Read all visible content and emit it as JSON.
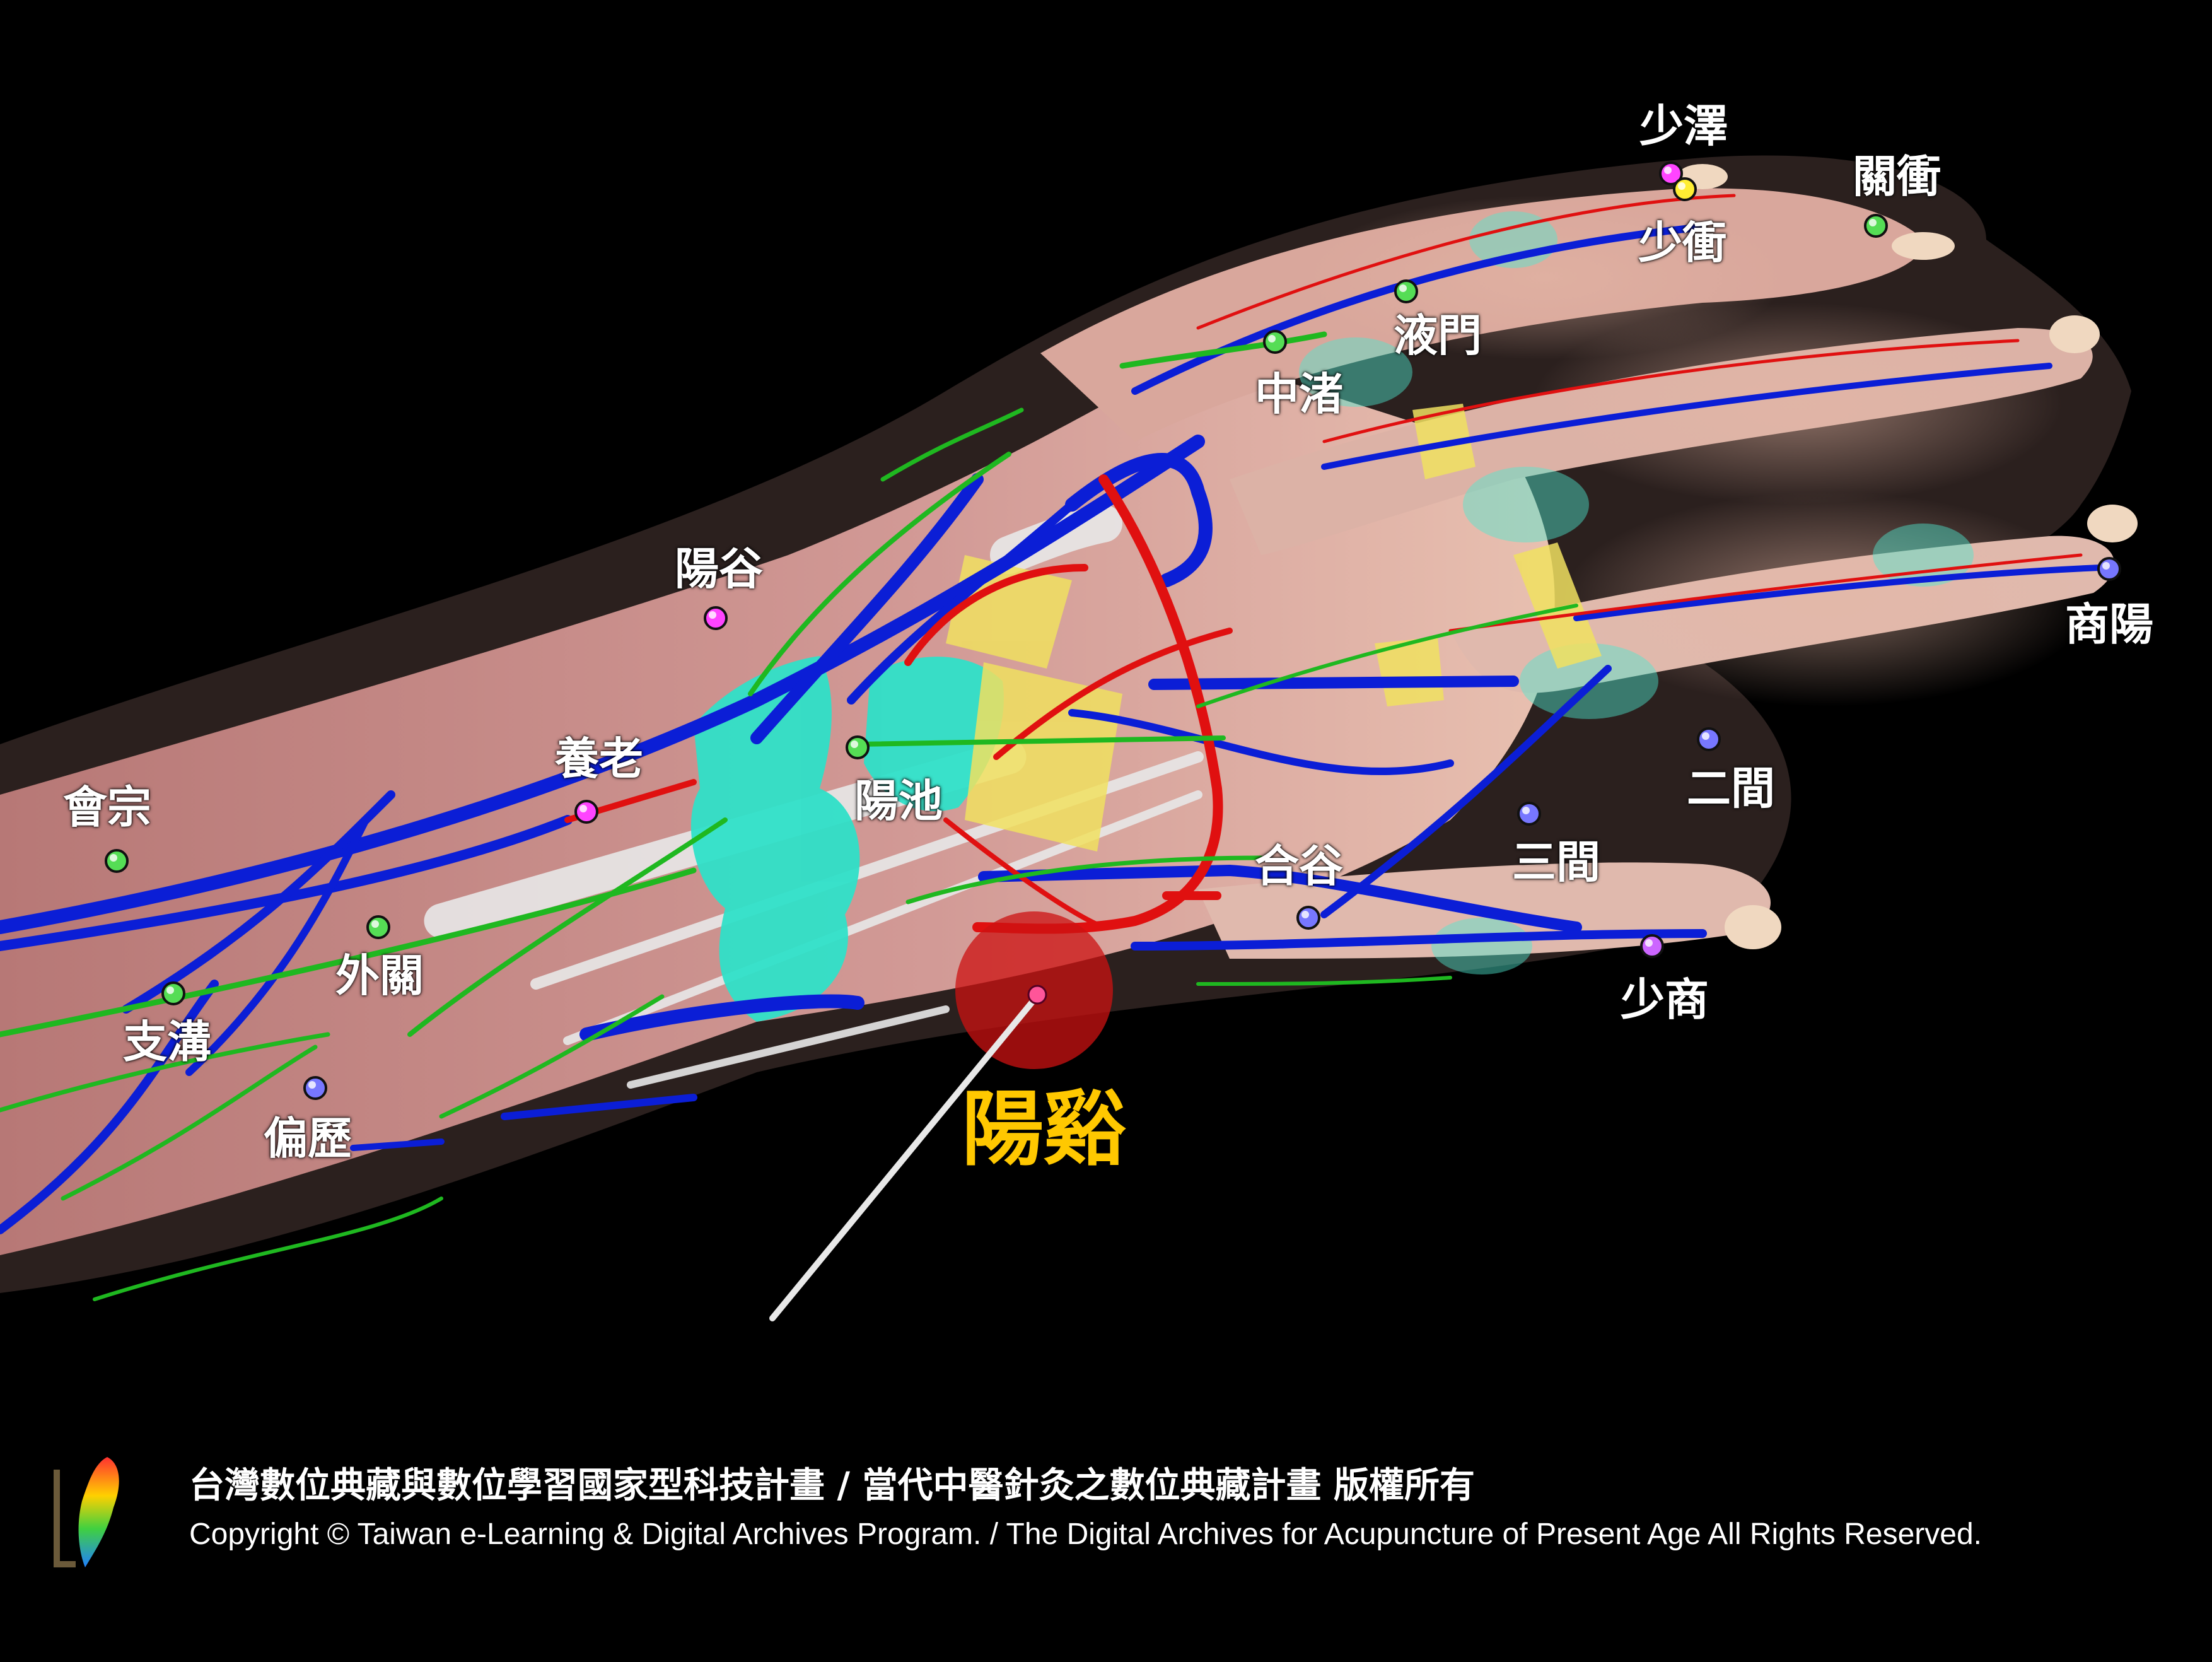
{
  "points": [
    {
      "id": "shaoze",
      "label": "少澤",
      "color": "#ff44ff"
    },
    {
      "id": "shaochong",
      "label": "少衝",
      "color": "#ffee33"
    },
    {
      "id": "guanchong",
      "label": "關衝",
      "color": "#55dd55"
    },
    {
      "id": "yemen",
      "label": "液門",
      "color": "#55dd55"
    },
    {
      "id": "zhongzhu",
      "label": "中渚",
      "color": "#55dd55"
    },
    {
      "id": "shangyang",
      "label": "商陽",
      "color": "#7777ff"
    },
    {
      "id": "yanggu",
      "label": "陽谷",
      "color": "#ff44ff"
    },
    {
      "id": "yanglao",
      "label": "養老",
      "color": "#ff44ff"
    },
    {
      "id": "yangchi",
      "label": "陽池",
      "color": "#55dd55"
    },
    {
      "id": "erjian",
      "label": "二間",
      "color": "#7777ff"
    },
    {
      "id": "sanjian",
      "label": "三間",
      "color": "#7777ff"
    },
    {
      "id": "hegu",
      "label": "合谷",
      "color": "#7777ff"
    },
    {
      "id": "shaoshang",
      "label": "少商",
      "color": "#cc66ff"
    },
    {
      "id": "huizong",
      "label": "會宗",
      "color": "#55dd55"
    },
    {
      "id": "waiguan",
      "label": "外關",
      "color": "#55dd55"
    },
    {
      "id": "zhigou",
      "label": "支溝",
      "color": "#55dd55"
    },
    {
      "id": "pianli",
      "label": "偏歷",
      "color": "#7777ff"
    }
  ],
  "focus_point": {
    "id": "yangxi",
    "label": "陽谿",
    "color": "#ffc800",
    "marker_color": "#cc1111"
  },
  "footer": {
    "credit_zh": "台灣數位典藏與數位學習國家型科技計畫 / 當代中醫針灸之數位典藏計畫 版權所有",
    "credit_en": "Copyright © Taiwan e-Learning & Digital Archives Program. / The Digital Archives for Acupuncture of Present Age All Rights Reserved."
  },
  "colors": {
    "background": "#000000",
    "vein": "#0b1ed6",
    "artery": "#e01010",
    "nerve": "#1fb820",
    "tendon": "#f0e060",
    "bone": "#2fe0c8",
    "muscle": "#c98a88"
  }
}
